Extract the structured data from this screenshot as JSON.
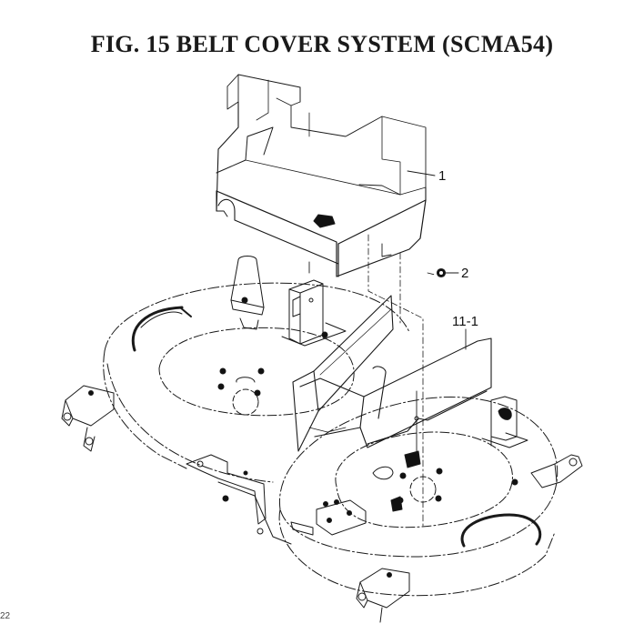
{
  "figure": {
    "title": "FIG. 15  BELT COVER SYSTEM (SCMA54)"
  },
  "callouts": [
    {
      "id": "1",
      "label": "1"
    },
    {
      "id": "2",
      "label": "2"
    },
    {
      "id": "11-1",
      "label": "11-1"
    }
  ],
  "page_number": "22"
}
